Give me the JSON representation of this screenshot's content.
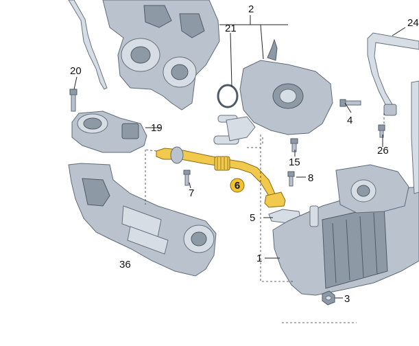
{
  "colors": {
    "part_fill": "#b9c2cd",
    "part_stroke": "#5f6b78",
    "highlight": "#f0c94d",
    "highlight_badge": "#f2c12e"
  },
  "callouts": {
    "c1": "1",
    "c2": "2",
    "c3": "3",
    "c4": "4",
    "c5": "5",
    "c6": "6",
    "c7": "7",
    "c8": "8",
    "c15": "15",
    "c19": "19",
    "c20": "20",
    "c21": "21",
    "c24": "24",
    "c26": "26",
    "c36": "36"
  },
  "highlighted_part": "6"
}
